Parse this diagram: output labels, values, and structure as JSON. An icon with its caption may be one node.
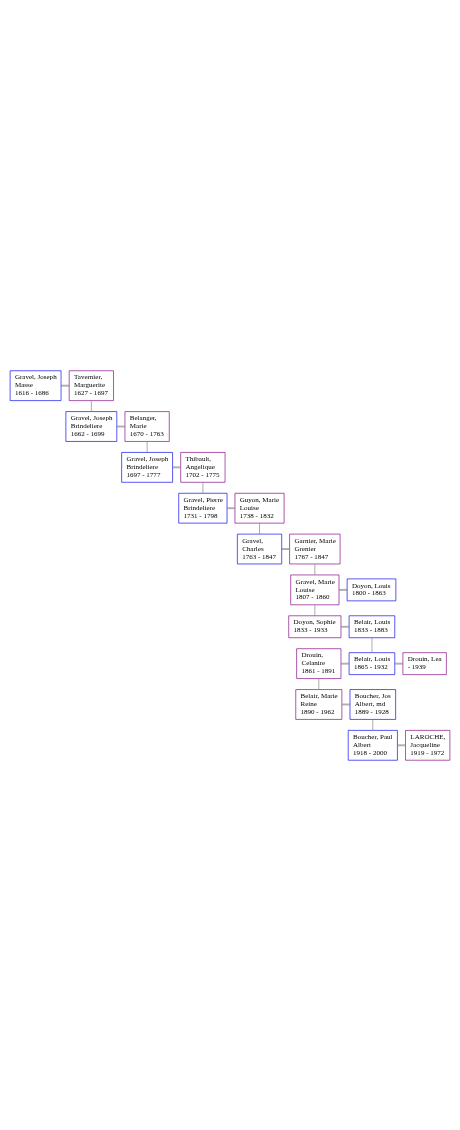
{
  "diagram": {
    "nodes": [
      {
        "text": [
          "Gravel, Joseph Masse",
          "1616 - 1686"
        ]
      },
      {
        "text": [
          "Tavernier, Marguerite",
          "1627 - 1697"
        ]
      },
      {
        "text": [
          "Gravel, Joseph Brindeliere",
          "1662 - 1699"
        ]
      },
      {
        "text": [
          "Belanger, Marie",
          "1670 - 1763"
        ]
      },
      {
        "text": [
          "Gravel, Joseph Brindeliere",
          "1697 - 1777"
        ]
      },
      {
        "text": [
          "Thibault, Angelique",
          "1702 - 1775"
        ]
      },
      {
        "text": [
          "Gravel, Pierre Brindeliere",
          "1731 - 1798"
        ]
      },
      {
        "text": [
          "Guyon, Marie Louise",
          "1738 - 1832"
        ]
      },
      {
        "text": [
          "Gravel, Charles",
          "1763 - 1847"
        ]
      },
      {
        "text": [
          "Garnier, Marie Grenier",
          "1767 - 1847"
        ]
      },
      {
        "text": [
          "Gravel, Marie Louise",
          "1807 - 1860"
        ]
      },
      {
        "text": [
          "Doyon, Louis",
          "1800 - 1863"
        ]
      },
      {
        "text": [
          "Doyon, Sophie",
          "1833 - 1933"
        ]
      },
      {
        "text": [
          "Belair, Louis",
          "1833 - 1883"
        ]
      },
      {
        "text": [
          "Drouin, Celanire",
          "1861 - 1891"
        ]
      },
      {
        "text": [
          "Belair, Louis",
          "1865 - 1932"
        ]
      },
      {
        "text": [
          "Drouin, Lea",
          "- 1939"
        ]
      },
      {
        "text": [
          "Belair, Marie Reine",
          "1890 - 1962"
        ]
      },
      {
        "text": [
          "Boucher, Jos Albert, md",
          "1889 - 1928"
        ]
      },
      {
        "text": [
          "Boucher, Paul Albert",
          "1918 - 2000"
        ]
      },
      {
        "text": [
          "LAROCHE, Jacqueline",
          "1919 - 1972"
        ]
      }
    ],
    "edges": [
      {
        "from": 0,
        "to": 1,
        "arrow": "none"
      },
      {
        "from": 1,
        "to": 2,
        "arrow": "none"
      },
      {
        "from": 2,
        "to": 3,
        "arrow": "none"
      },
      {
        "from": 3,
        "to": 4,
        "arrow": "none"
      },
      {
        "from": 4,
        "to": 5,
        "arrow": "none"
      },
      {
        "from": 5,
        "to": 6,
        "arrow": "none"
      },
      {
        "from": 6,
        "to": 7,
        "arrow": "none"
      },
      {
        "from": 7,
        "to": 8,
        "arrow": "none"
      },
      {
        "from": 8,
        "to": 9,
        "arrow": "none"
      },
      {
        "from": 9,
        "to": 10,
        "arrow": "none"
      },
      {
        "from": 10,
        "to": 11,
        "arrow": "none"
      },
      {
        "from": 10,
        "to": 12,
        "arrow": "none"
      },
      {
        "from": 12,
        "to": 13,
        "arrow": "none"
      },
      {
        "from": 13,
        "to": 15,
        "arrow": "none"
      },
      {
        "from": 14,
        "to": 15,
        "arrow": "none"
      },
      {
        "from": 15,
        "to": 16,
        "arrow": "none"
      },
      {
        "from": 14,
        "to": 17,
        "arrow": "none"
      },
      {
        "from": 17,
        "to": 18,
        "arrow": "none"
      },
      {
        "from": 18,
        "to": 19,
        "arrow": "none"
      },
      {
        "from": 19,
        "to": 20,
        "arrow": "none"
      }
    ]
  }
}
